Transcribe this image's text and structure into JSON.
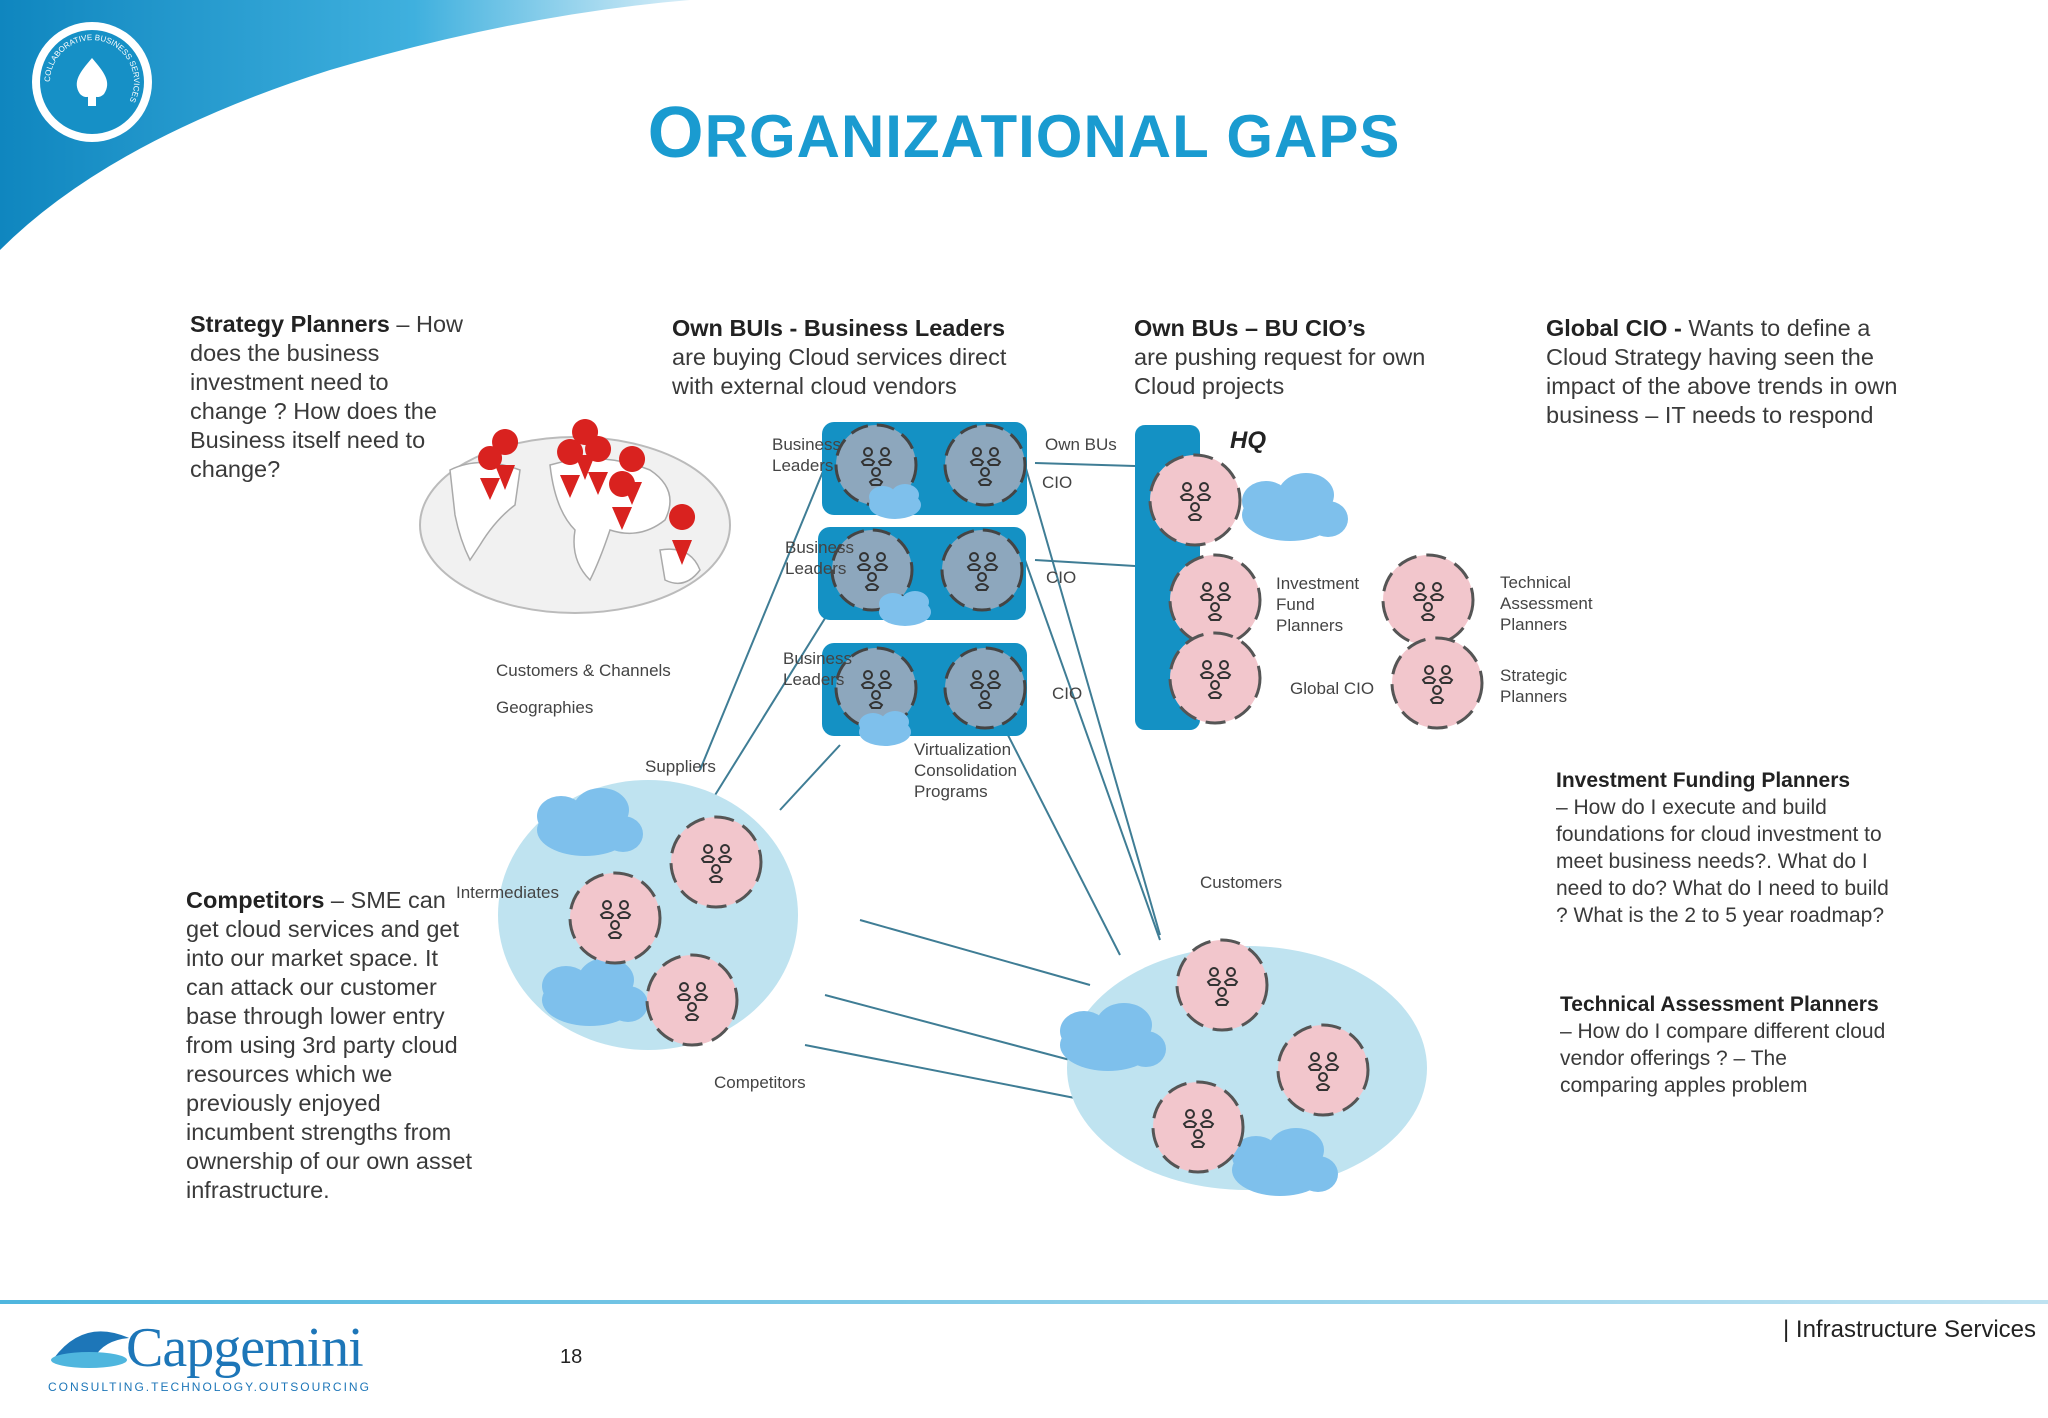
{
  "title": {
    "first": "O",
    "rest": "RGANIZATIONAL GAPS"
  },
  "seal": {
    "text": "COLLABORATIVE BUSINESS SERVICES"
  },
  "blocks": {
    "strategy": {
      "head": "Strategy Planners",
      "body": " – How does the business investment need to change ?  How does the Business itself need to change?"
    },
    "own_buis": {
      "head": "Own BUIs - Business  Leaders",
      "body": "are buying Cloud services direct with external cloud vendors"
    },
    "own_bus": {
      "head": "Own BUs – BU CIO’s",
      "body": "are pushing request for own Cloud projects"
    },
    "global_cio": {
      "head": "Global CIO - ",
      "body": "Wants to define a Cloud Strategy having seen the impact of the above trends in own business – IT needs to respond"
    },
    "investment": {
      "head": "Investment Funding Planners",
      "body": "– How do I execute and build foundations for cloud investment to meet business needs?. What do I need to do? What do I need to build ? What is the 2 to 5 year roadmap?"
    },
    "technical": {
      "head": "Technical Assessment Planners",
      "body": " – How do I compare different cloud vendor offerings ? – The comparing apples problem"
    },
    "competitors": {
      "head": "Competitors",
      "body": " – SME can get cloud services and get into our market space. It can attack our customer base through lower entry from using 3rd party cloud resources which we previously enjoyed incumbent strengths from ownership of our own asset infrastructure."
    }
  },
  "diagram": {
    "customers_channels": "Customers  &  Channels",
    "geographies": "Geographies",
    "suppliers": "Suppliers",
    "intermediates": "Intermediates",
    "competitors_label": "Competitors",
    "customers_label": "Customers",
    "business_leaders": "Business Leaders",
    "own_bus_label": "Own  BUs",
    "cio": "CIO",
    "hq": "HQ",
    "investment_fund": "Investment Fund Planners",
    "global_cio_label": "Global  CIO",
    "technical_assessment": "Technical Assessment Planners",
    "strategic_planners": "Strategic Planners",
    "virtualization": "Virtualization Consolidation Programs"
  },
  "footer": {
    "right": "| Infrastructure Services",
    "page": "18",
    "logo": "Capgemini",
    "tagline": "CONSULTING.TECHNOLOGY.OUTSOURCING"
  },
  "colors": {
    "accent": "#1a9bd0",
    "node_blue": "#1491c4",
    "pink": "#f2c6cc",
    "cloud": "#7ec0ec",
    "circle": "#bfe3f0"
  }
}
